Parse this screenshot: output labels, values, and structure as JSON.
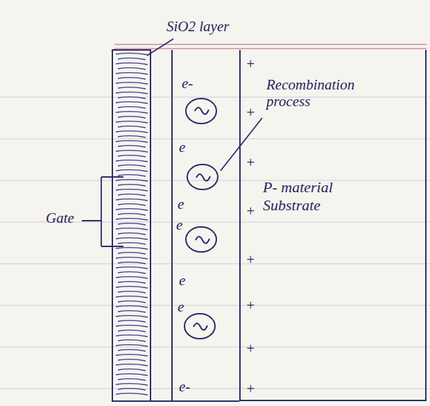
{
  "diagram": {
    "nodes": [
      {
        "text": [
          "P- material Substrate"
        ]
      }
    ],
    "labels": [
      "SiO2 layer",
      "Gate",
      "Recombination process",
      "e-",
      "e",
      "e",
      "e",
      "e",
      "e",
      "e-",
      "+",
      "+",
      "+",
      "+",
      "+",
      "+",
      "+",
      "+"
    ]
  }
}
